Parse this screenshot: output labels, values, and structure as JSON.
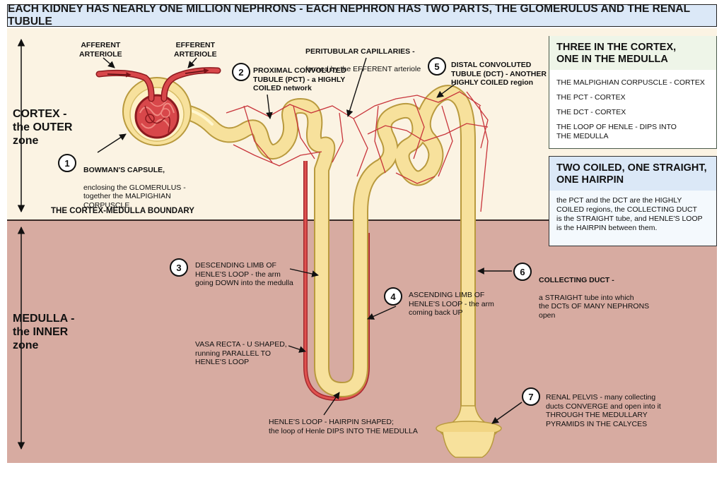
{
  "title": "EACH KIDNEY HAS NEARLY ONE MILLION NEPHRONS - EACH NEPHRON HAS TWO PARTS, THE GLOMERULUS AND THE RENAL TUBULE",
  "zones": {
    "cortex": "CORTEX -\nthe OUTER\nzone",
    "medulla": "MEDULLA -\nthe INNER\nzone",
    "boundary": "THE CORTEX-MEDULLA BOUNDARY"
  },
  "labels": {
    "afferent": "AFFERENT\nARTERIOLE",
    "efferent": "EFFERENT\nARTERIOLE",
    "peritubular_title": "PERITUBULAR CAPILLARIES -",
    "peritubular_text": "formed by the EFFERENT arteriole",
    "bowman_title": "BOWMAN'S CAPSULE,",
    "bowman_text": "enclosing the GLOMERULUS -\ntogether the MALPIGHIAN\nCORPUSCLE",
    "pct_title": "PROXIMAL CONVOLUTED\nTUBULE (PCT) - a HIGHLY\nCOILED network",
    "dct_title": "DISTAL CONVOLUTED\nTUBULE (DCT) - ANOTHER\nHIGHLY COILED region",
    "desc_title": "DESCENDING LIMB OF\nHENLE'S LOOP - the arm\ngoing DOWN into the medulla",
    "asc_title": "ASCENDING LIMB OF\nHENLE'S LOOP - the arm\ncoming back UP",
    "vasa_title": "VASA RECTA - U SHAPED,\nrunning PARALLEL TO\nHENLE'S LOOP",
    "henle_title": "HENLE'S LOOP - HAIRPIN SHAPED;\nthe loop of Henle DIPS INTO THE MEDULLA",
    "collecting_title": "COLLECTING DUCT -",
    "collecting_text": "a STRAIGHT tube into which\nthe DCTs OF MANY NEPHRONS\nopen",
    "pelvis_title": "RENAL PELVIS - many collecting\nducts CONVERGE and open into it\nTHROUGH THE MEDULLARY\nPYRAMIDS IN THE CALYCES"
  },
  "numbers": [
    "1",
    "2",
    "3",
    "4",
    "5",
    "6",
    "7"
  ],
  "box1": {
    "title": "THREE IN THE CORTEX,\nONE IN THE MEDULLA",
    "items": [
      "THE MALPIGHIAN CORPUSCLE - CORTEX",
      "THE PCT - CORTEX",
      "THE DCT - CORTEX",
      "THE LOOP OF HENLE - DIPS INTO\nTHE MEDULLA"
    ]
  },
  "box2": {
    "title": "TWO COILED, ONE STRAIGHT,\nONE HAIRPIN",
    "text": "the PCT and the DCT are the HIGHLY\nCOILED regions, the COLLECTING DUCT\nis the STRAIGHT tube, and HENLE'S LOOP\nis the HAIRPIN between them."
  },
  "colors": {
    "cortex_bg": "#fbf3e3",
    "medulla_bg": "#d7aba1",
    "tubule_fill": "#f7e19c",
    "tubule_stroke": "#b99a3e",
    "vessel": "#c8353b",
    "title_bg": "#dbe8f7"
  }
}
